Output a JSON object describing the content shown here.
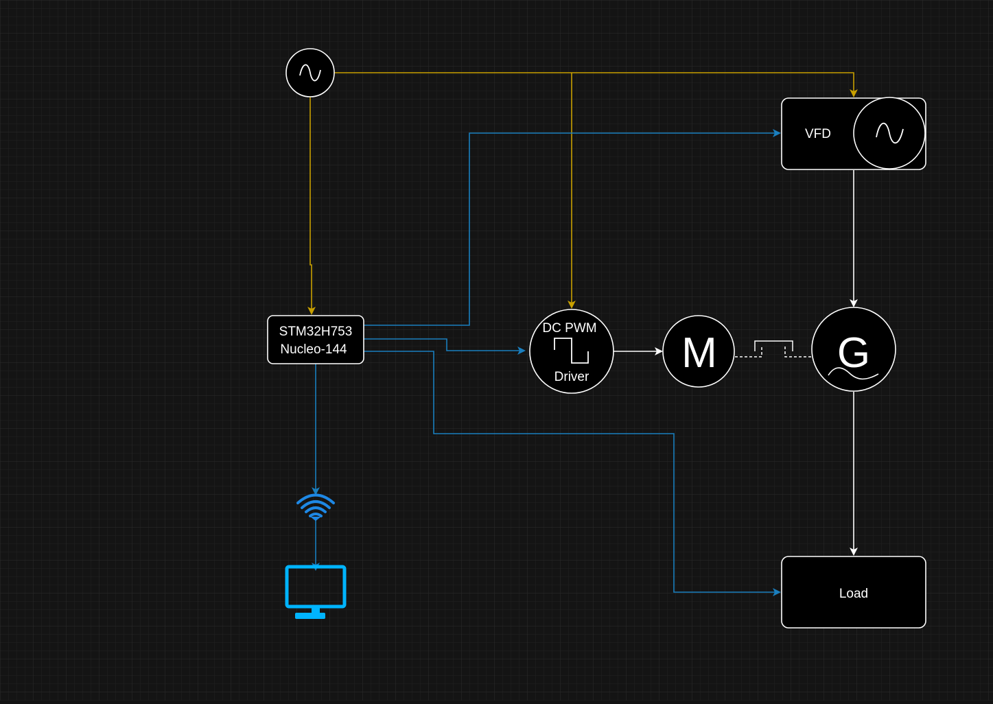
{
  "colors": {
    "background": "#141414",
    "grid_minor": "#222222",
    "grid_major": "#2c2c2c",
    "ac_power": "#c8a000",
    "signal": "#1a7fbf",
    "power": "#ffffff",
    "node_fill": "#000000",
    "icon_blue": "#1e88e5",
    "monitor_cyan": "#00b4ff"
  },
  "nodes": {
    "ac_source": {
      "icon": "sine-wave-icon"
    },
    "controller": {
      "line1": "STM32H753",
      "line2": "Nucleo-144"
    },
    "vfd": {
      "label": "VFD",
      "icon": "sine-wave-icon"
    },
    "dc_pwm_driver": {
      "line1": "DC PWM",
      "line2": "Driver",
      "icon": "square-wave-icon"
    },
    "motor": {
      "label": "M"
    },
    "generator": {
      "label": "G",
      "icon": "sine-wave-icon"
    },
    "load": {
      "label": "Load"
    },
    "wireless": {
      "icon": "wifi-icon"
    },
    "monitor": {
      "icon": "monitor-icon"
    }
  },
  "edges": [
    {
      "from": "ac_source",
      "to": "controller",
      "kind": "ac_power"
    },
    {
      "from": "ac_source",
      "to": "dc_pwm_driver",
      "kind": "ac_power"
    },
    {
      "from": "ac_source",
      "to": "vfd",
      "kind": "ac_power"
    },
    {
      "from": "controller",
      "to": "vfd",
      "kind": "signal"
    },
    {
      "from": "controller",
      "to": "dc_pwm_driver",
      "kind": "signal"
    },
    {
      "from": "controller",
      "to": "load",
      "kind": "signal"
    },
    {
      "from": "controller",
      "to": "wireless",
      "kind": "signal"
    },
    {
      "from": "wireless",
      "to": "monitor",
      "kind": "signal"
    },
    {
      "from": "dc_pwm_driver",
      "to": "motor",
      "kind": "power"
    },
    {
      "from": "motor",
      "to": "generator",
      "kind": "mechanical_coupling"
    },
    {
      "from": "vfd",
      "to": "generator",
      "kind": "power"
    },
    {
      "from": "generator",
      "to": "load",
      "kind": "power"
    }
  ]
}
